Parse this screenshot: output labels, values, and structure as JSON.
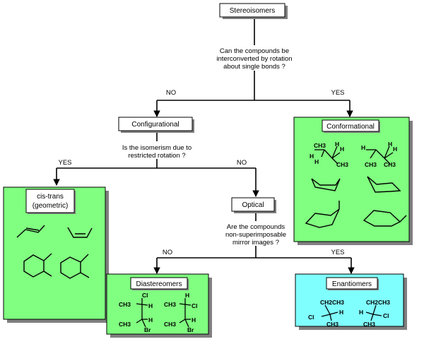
{
  "nodes": {
    "root": "Stereoisomers",
    "q1": [
      "Can the compounds be",
      "interconverted by rotation",
      "about single bonds ?"
    ],
    "configurational": "Configurational",
    "conformational": "Conformational",
    "q2": [
      "Is the isomerism due to",
      "restricted rotation ?"
    ],
    "cistrans": [
      "cis-trans",
      "(geometric)"
    ],
    "optical": "Optical",
    "q3": [
      "Are the compounds",
      "non-superimposable",
      "mirror images ?"
    ],
    "diastereomers": "Diastereomers",
    "enantiomers": "Enantiomers"
  },
  "branches": {
    "no": "NO",
    "yes": "YES"
  },
  "molecules": {
    "ch3": "CH3",
    "h": "H",
    "cl": "Cl",
    "br": "Br",
    "ch2ch3": "CH2CH3"
  },
  "colors": {
    "green": "#80ff80",
    "cyan": "#80ffff",
    "line": "#000000",
    "shadow": "#7f7f7f"
  }
}
